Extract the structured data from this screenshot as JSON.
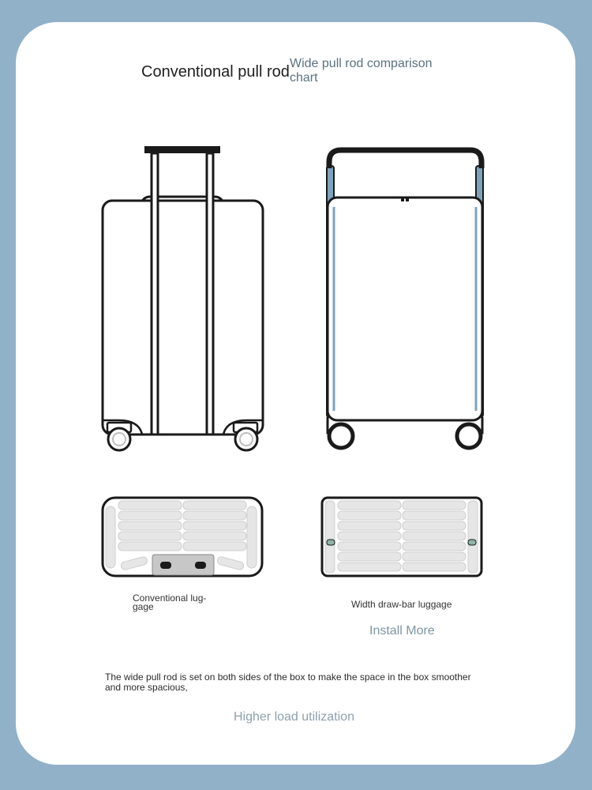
{
  "titles": {
    "conventional": "Conventional pull rod",
    "wide": "Wide pull rod comparison chart"
  },
  "captions": {
    "conventional": "Conventional lug-gage",
    "wide": "Width draw-bar luggage"
  },
  "install_more": "Install More",
  "description": "The wide pull rod is set on both sides of the box to make the space in the box smoother and more spacious,",
  "higher_utilization": "Higher load utilization",
  "colors": {
    "background": "#91b1c8",
    "card": "#ffffff",
    "rod_accent": "#7da3bc",
    "outline": "#1a1a1a"
  }
}
